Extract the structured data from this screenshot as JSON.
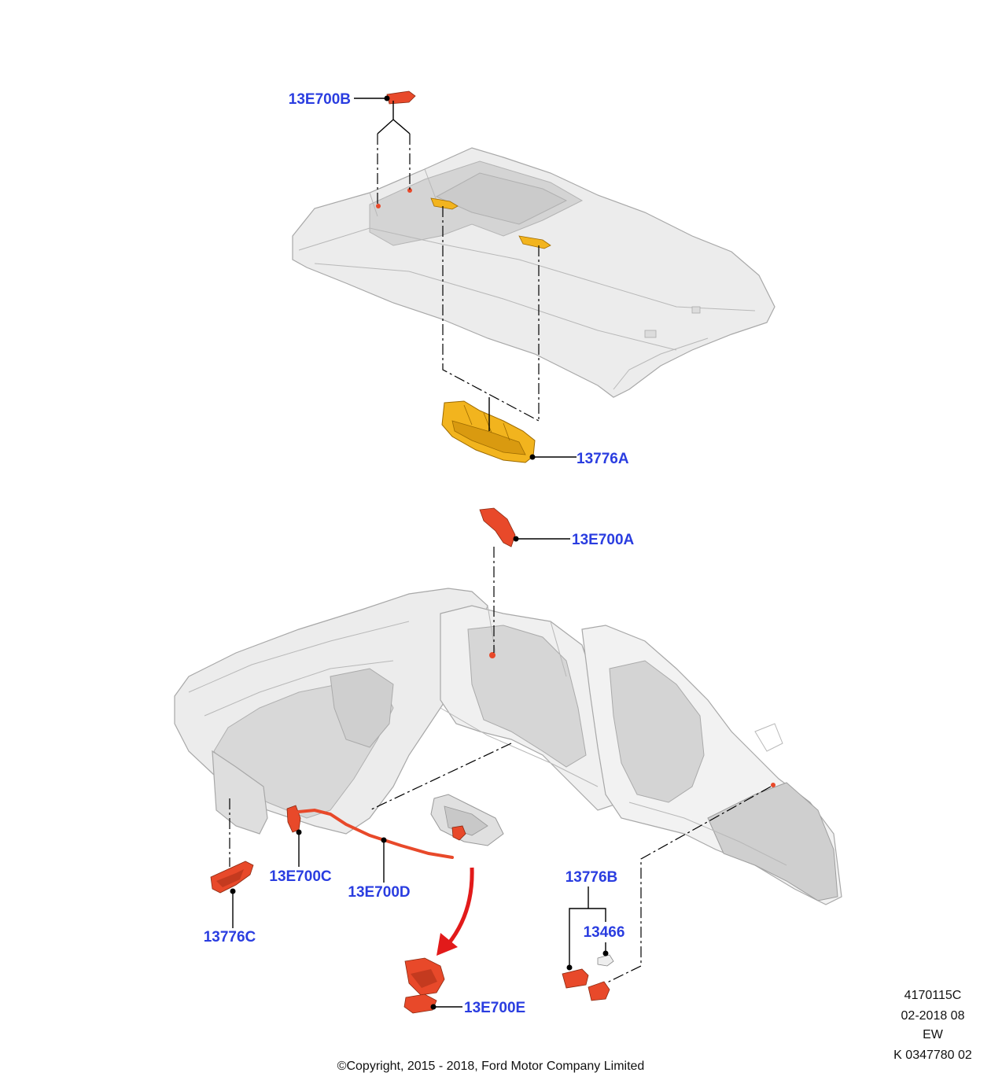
{
  "colors": {
    "callout_text": "#2a3de0",
    "red_part": "#e8492a",
    "yellow_part": "#f2b41e",
    "panel_light": "#ebebeb",
    "panel_shadow": "#d2d2d2",
    "arrow": "#e21a1a"
  },
  "callouts": {
    "c13E700B": "13E700B",
    "c13776A": "13776A",
    "c13E700A": "13E700A",
    "c13E700C": "13E700C",
    "c13E700D": "13E700D",
    "c13776C": "13776C",
    "c13776B": "13776B",
    "c13466": "13466",
    "c13E700E": "13E700E"
  },
  "info_block": {
    "line1": "4170115C",
    "line2": "02-2018 08",
    "line3": "EW",
    "line4": "K 0347780 02"
  },
  "copyright": "©Copyright, 2015 - 2018, Ford Motor Company Limited"
}
